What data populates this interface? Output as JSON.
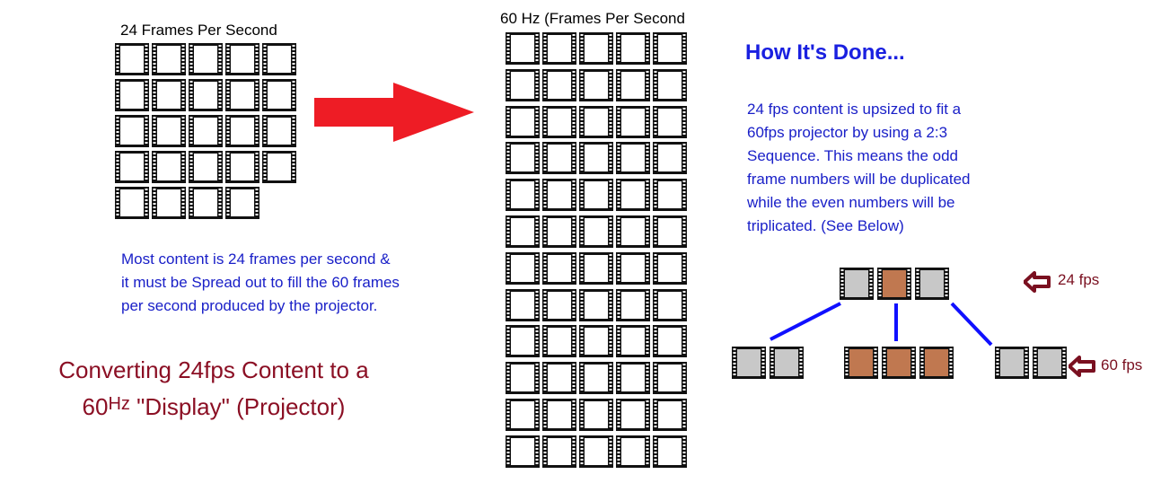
{
  "left_panel": {
    "title": "24 Frames Per Second",
    "frame_count": 24,
    "columns": 5,
    "description_lines": [
      "Most content is 24 frames per second &",
      "it must be Spread out to fill the 60 frames",
      "per second produced by the projector."
    ]
  },
  "middle_panel": {
    "title": "60 Hz (Frames Per Second",
    "frame_count": 60,
    "columns": 5
  },
  "right_panel": {
    "heading": "How It's Done...",
    "explanation_lines": [
      "24 fps content is upsized to fit a",
      "60fps projector by using a 2:3",
      "Sequence. This means the odd",
      "frame numbers will be duplicated",
      "while the even numbers will be",
      "triplicated. (See Below)"
    ],
    "label_24fps": "24 fps",
    "label_60fps": "60 fps",
    "pulldown": {
      "source_frames": [
        "odd",
        "even",
        "odd"
      ],
      "output_groups": [
        2,
        3,
        2
      ]
    }
  },
  "caption": {
    "line1": "Converting 24fps  Content to a",
    "line2_prefix": "60",
    "line2_unit": "Hz",
    "line2_rest": " \"Display\" (Projector)"
  },
  "colors": {
    "arrow_red": "#ee1c25",
    "blue_text": "#1a20c8",
    "caption_red": "#8b0f24",
    "connector_blue": "#1010ff",
    "frame_gray": "#c8c8c8",
    "frame_brown": "#c07850",
    "small_arrow": "#7a1020"
  }
}
